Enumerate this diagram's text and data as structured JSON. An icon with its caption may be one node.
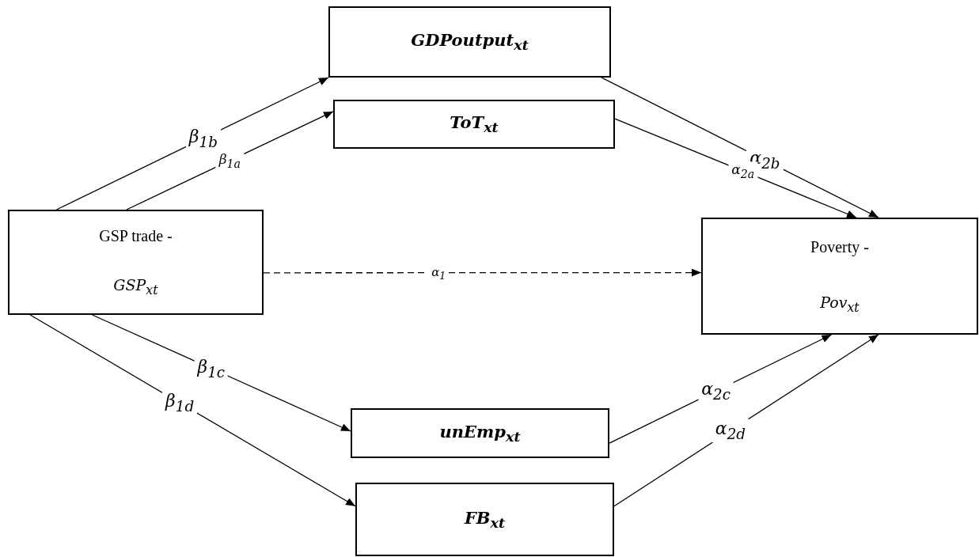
{
  "diagram": {
    "nodes": [
      {
        "text": [
          "GDPoutput$_{xt}$"
        ]
      },
      {
        "text": [
          "ToT$_{xt}$"
        ]
      },
      {
        "text": [
          "GSP trade -",
          "GSP$_{xt}$"
        ]
      },
      {
        "text": [
          "Poverty -",
          "Pov$_{xt}$"
        ]
      },
      {
        "text": [
          "unEmp$_{xt}$"
        ]
      },
      {
        "text": [
          "FB$_{xt}$"
        ]
      }
    ],
    "edges": [
      {
        "from": 2,
        "to": 0,
        "arrow": "to",
        "label": "β$_{1b}$"
      },
      {
        "from": 2,
        "to": 1,
        "arrow": "to",
        "label": "β$_{1a}$"
      },
      {
        "from": 2,
        "to": 3,
        "arrow": "to",
        "label": "α$_{1}$",
        "style": "dashed"
      },
      {
        "from": 2,
        "to": 4,
        "arrow": "to",
        "label": "β$_{1c}$"
      },
      {
        "from": 2,
        "to": 5,
        "arrow": "to",
        "label": "β$_{1d}$"
      },
      {
        "from": 0,
        "to": 3,
        "arrow": "to",
        "label": "α$_{2b}$"
      },
      {
        "from": 1,
        "to": 3,
        "arrow": "to",
        "label": "α$_{2a}$"
      },
      {
        "from": 4,
        "to": 3,
        "arrow": "to",
        "label": "α$_{2c}$"
      },
      {
        "from": 5,
        "to": 3,
        "arrow": "to",
        "label": "α$_{2d}$"
      }
    ]
  }
}
